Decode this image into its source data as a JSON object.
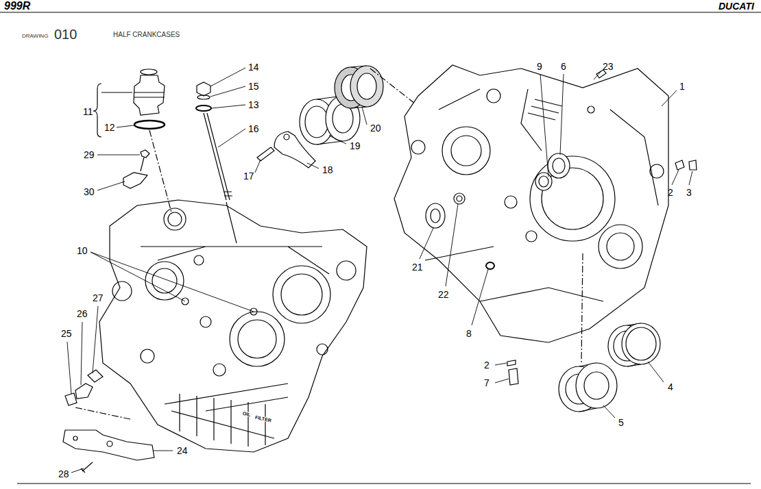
{
  "diagram": {
    "title": "HALF CRANKCASES",
    "labels": [
      "999R",
      "DUCATI",
      "DRAWING",
      "010",
      "14",
      "15",
      "13",
      "16",
      "11",
      "12",
      "29",
      "30",
      "17",
      "18",
      "19",
      "20",
      "10",
      "27",
      "26",
      "25",
      "24",
      "28",
      "9",
      "6",
      "23",
      "1",
      "2",
      "3",
      "21",
      "22",
      "8",
      "2",
      "7",
      "4",
      "5",
      "OIL",
      "FILTER"
    ]
  }
}
